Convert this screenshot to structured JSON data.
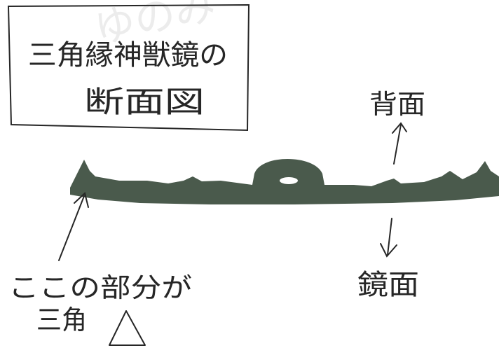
{
  "title_box": {
    "line1": "三角縁神獣鏡の",
    "line2": "断面図"
  },
  "labels": {
    "back": "背面",
    "mirror": "鏡面",
    "note_line1": "ここの部分が",
    "note_line2": "三角"
  },
  "watermark": "ゆのみ",
  "colors": {
    "mirror_section": "#4a5a4c",
    "ink": "#262626",
    "watermark": "#ececec"
  }
}
